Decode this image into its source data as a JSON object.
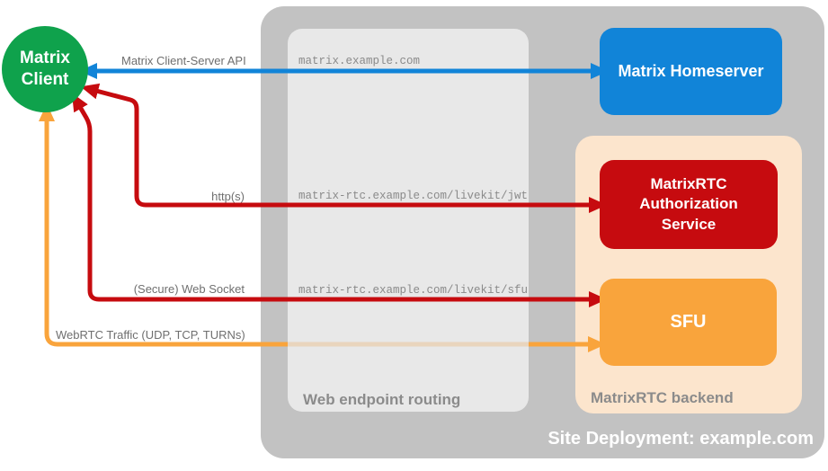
{
  "colors": {
    "background": "#ffffff",
    "green": "#0fa24c",
    "blue": "#1184d8",
    "red": "#c60b0f",
    "orange": "#f9a43c",
    "orange_faded": "#e9d5bd",
    "peach": "#fce5cd",
    "outer_gray": "#c2c2c2",
    "inner_gray": "#e8e8e8",
    "label_gray": "#6f6f6f",
    "mono_gray": "#8a8a8a",
    "caption_gray": "#8b8b8b"
  },
  "nodes": {
    "client": {
      "label": "Matrix Client"
    },
    "homeserver": {
      "label": "Matrix Homeserver"
    },
    "auth_service": {
      "label": "MatrixRTC Authorization Service"
    },
    "sfu": {
      "label": "SFU"
    }
  },
  "containers": {
    "site": {
      "caption": "Site Deployment: example.com"
    },
    "routing": {
      "caption": "Web endpoint routing",
      "endpoints": [
        "matrix.example.com",
        "matrix-rtc.example.com/livekit/jwt",
        "matrix-rtc.example.com/livekit/sfu"
      ]
    },
    "backend": {
      "caption": "MatrixRTC backend"
    }
  },
  "arrows": {
    "api": {
      "label": "Matrix Client-Server API"
    },
    "https": {
      "label": "http(s)"
    },
    "websocket": {
      "label": "(Secure) Web Socket"
    },
    "webrtc": {
      "label": "WebRTC Traffic (UDP, TCP, TURNs)"
    }
  }
}
